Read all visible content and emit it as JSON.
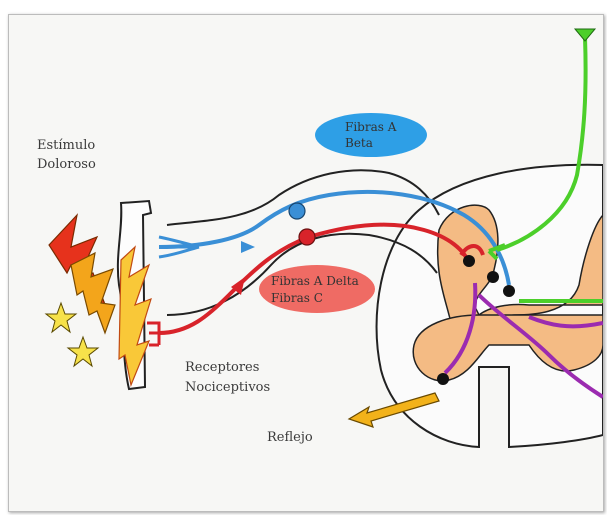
{
  "labels": {
    "estimulo_line1": "Estímulo",
    "estimulo_line2": "Doloroso",
    "fibras_a_beta_line1": "Fibras A",
    "fibras_a_beta_line2": "Beta",
    "fibras_a_delta_line1": "Fibras A Delta",
    "fibras_c_line2": "Fibras C",
    "receptores_line1": "Receptores",
    "receptores_line2": "Nociceptivos",
    "reflejo": "Reflejo"
  },
  "colors": {
    "blue_fiber": "#3a8fd6",
    "red_fiber": "#d8232a",
    "green_fiber": "#4ccf2a",
    "purple_fiber": "#9b2bb0",
    "gray_matter": "#f4bb84",
    "ellipse_blue": "#2e9fe6",
    "ellipse_red": "#ef6b64",
    "reflex_arrow": "#f2b21a"
  }
}
